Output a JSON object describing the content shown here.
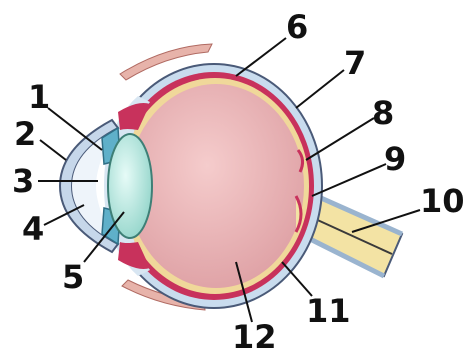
{
  "diagram": {
    "labels": [
      {
        "id": "1",
        "text": "1"
      },
      {
        "id": "2",
        "text": "2"
      },
      {
        "id": "3",
        "text": "3"
      },
      {
        "id": "4",
        "text": "4"
      },
      {
        "id": "5",
        "text": "5"
      },
      {
        "id": "6",
        "text": "6"
      },
      {
        "id": "7",
        "text": "7"
      },
      {
        "id": "8",
        "text": "8"
      },
      {
        "id": "9",
        "text": "9"
      },
      {
        "id": "10",
        "text": "10"
      },
      {
        "id": "11",
        "text": "11"
      },
      {
        "id": "12",
        "text": "12"
      }
    ]
  },
  "colors": {
    "sclera": "#c9dcee",
    "choroid": "#c8325c",
    "retina": "#f0d89a",
    "vitreous": "#e9b3b3",
    "lens": "#bfe8e2",
    "iris": "#5fb0c9",
    "cornea": "#dde8f2",
    "optic_nerve": "#f3e3a4",
    "outline": "#4a5a78"
  }
}
